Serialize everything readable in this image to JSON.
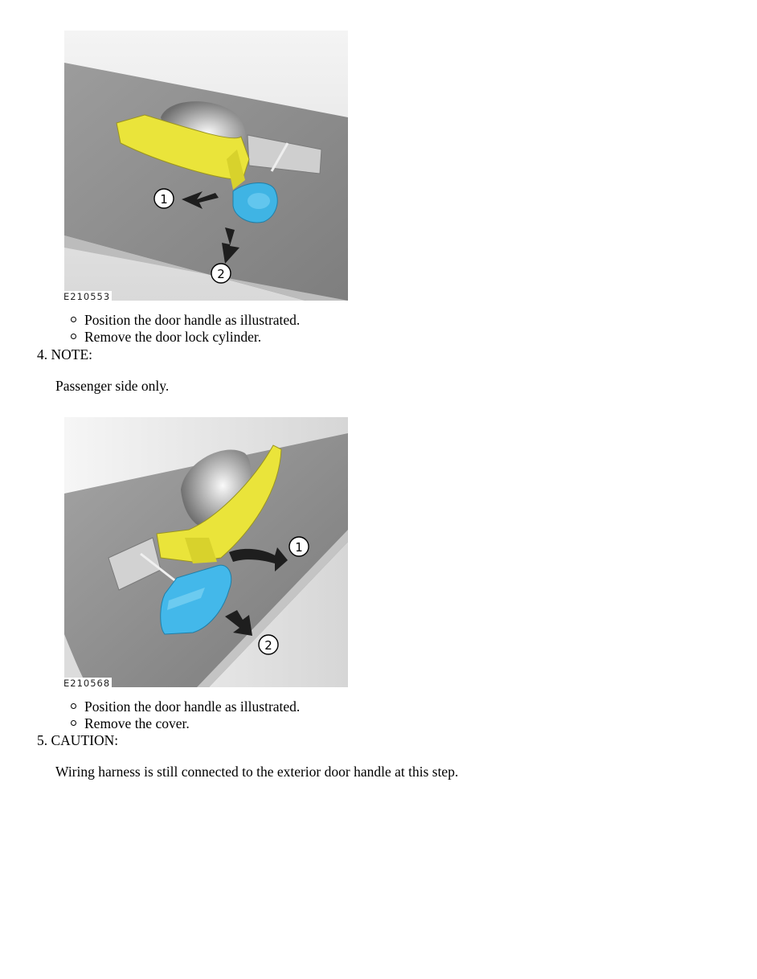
{
  "figures": [
    {
      "id": "E210553",
      "callouts": [
        "1",
        "2"
      ],
      "colors": {
        "handle": "#eae43a",
        "lock": "#3fb4e4",
        "door": "#8f8f8f"
      },
      "bullets": [
        "Position the door handle as illustrated.",
        "Remove the door lock cylinder."
      ]
    },
    {
      "id": "E210568",
      "callouts": [
        "1",
        "2"
      ],
      "colors": {
        "handle": "#eae43a",
        "cover": "#43b8ea",
        "door": "#8f8f8f"
      },
      "bullets": [
        "Position the door handle as illustrated.",
        "Remove the cover."
      ]
    }
  ],
  "steps": [
    {
      "number": "4.",
      "label": "NOTE:",
      "text": "Passenger side only."
    },
    {
      "number": "5.",
      "label": "CAUTION:",
      "text": "Wiring harness is still connected to the exterior door handle at this step."
    }
  ]
}
